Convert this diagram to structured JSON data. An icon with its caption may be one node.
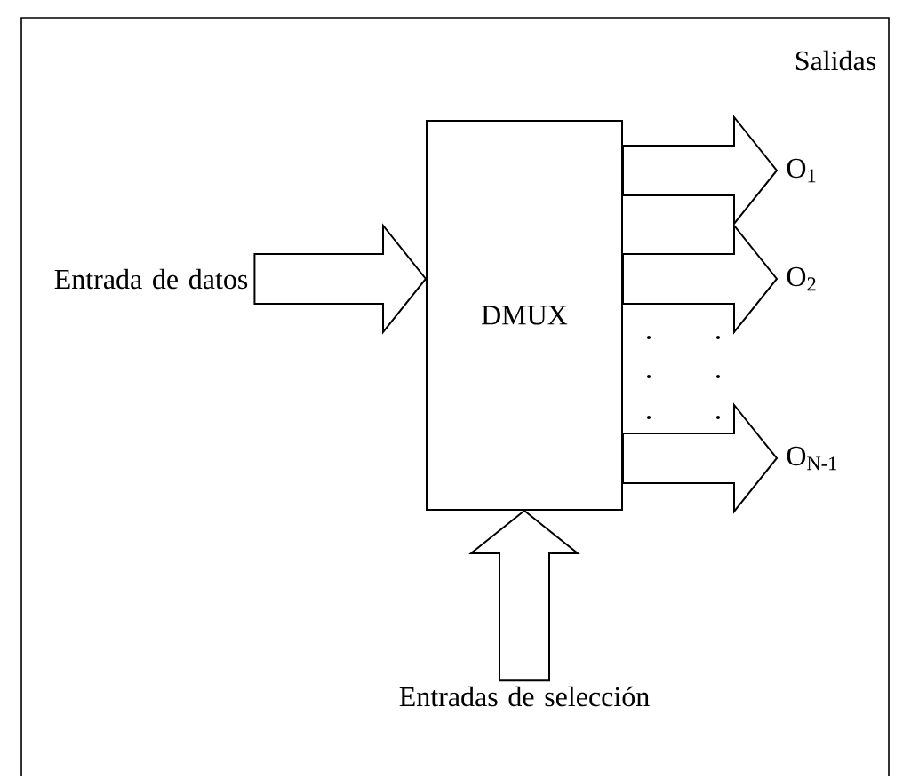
{
  "diagram": {
    "nodes": [
      {
        "text": [
          "Entrada de datos"
        ]
      },
      {
        "text": [
          "DMUX"
        ]
      },
      {
        "text": [
          "O$_{1}$"
        ]
      },
      {
        "text": [
          "O$_{2}$"
        ]
      },
      {
        "text": [
          "O$_{N-1}$"
        ]
      },
      {
        "text": [
          "Entradas de selección"
        ]
      }
    ],
    "edges": [
      {
        "from": 0,
        "to": 1,
        "arrow": "to"
      },
      {
        "from": 1,
        "to": 2,
        "arrow": "to"
      },
      {
        "from": 1,
        "to": 3,
        "arrow": "to"
      },
      {
        "from": 1,
        "to": 4,
        "arrow": "to"
      },
      {
        "from": 5,
        "to": 1,
        "arrow": "to"
      }
    ],
    "labels": [
      "Salidas"
    ]
  }
}
